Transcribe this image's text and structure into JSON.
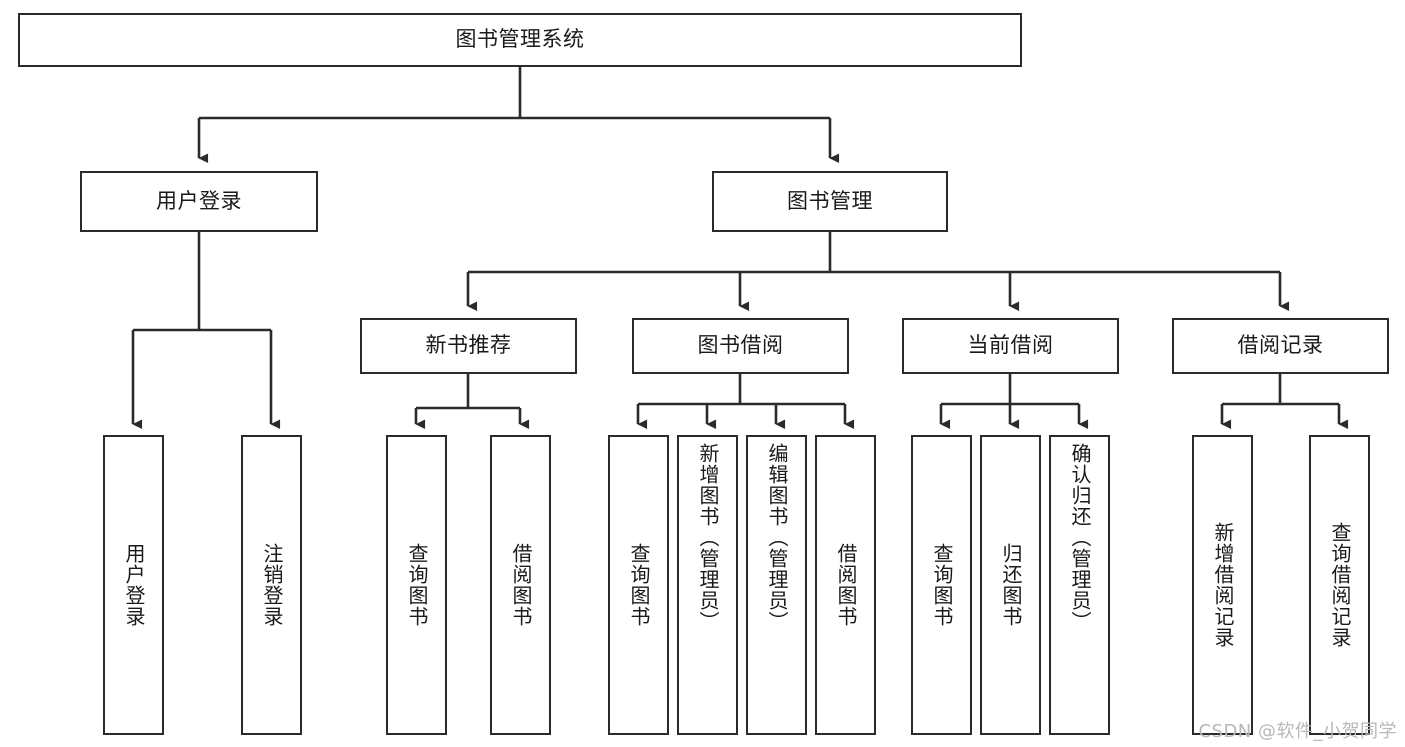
{
  "diagram": {
    "type": "tree",
    "title": "图书管理系统",
    "orientation": "top-down",
    "edge_style": "orthogonal-arrow",
    "colors": {
      "box_border": "#2b2b2b",
      "box_fill": "#ffffff",
      "line": "#2b2b2b",
      "text": "#1a1a1a",
      "watermark": "#b8b8b8",
      "background": "#ffffff"
    }
  },
  "root": {
    "label": "图书管理系统"
  },
  "level2": [
    {
      "label": "用户登录"
    },
    {
      "label": "图书管理"
    }
  ],
  "level3": [
    {
      "label": "新书推荐"
    },
    {
      "label": "图书借阅"
    },
    {
      "label": "当前借阅"
    },
    {
      "label": "借阅记录"
    }
  ],
  "leaves": {
    "user_login": [
      {
        "label": "用户登录"
      },
      {
        "label": "注销登录"
      }
    ],
    "new_book_recommend": [
      {
        "label": "查询图书"
      },
      {
        "label": "借阅图书"
      }
    ],
    "book_borrow": [
      {
        "label": "查询图书"
      },
      {
        "label": "新增图书（管理员）"
      },
      {
        "label": "编辑图书（管理员）"
      },
      {
        "label": "借阅图书"
      }
    ],
    "current_borrow": [
      {
        "label": "查询图书"
      },
      {
        "label": "归还图书"
      },
      {
        "label": "确认归还（管理员）"
      }
    ],
    "borrow_records": [
      {
        "label": "新增借阅记录"
      },
      {
        "label": "查询借阅记录"
      }
    ]
  },
  "watermark": {
    "text": "CSDN @软件_小贺同学"
  }
}
